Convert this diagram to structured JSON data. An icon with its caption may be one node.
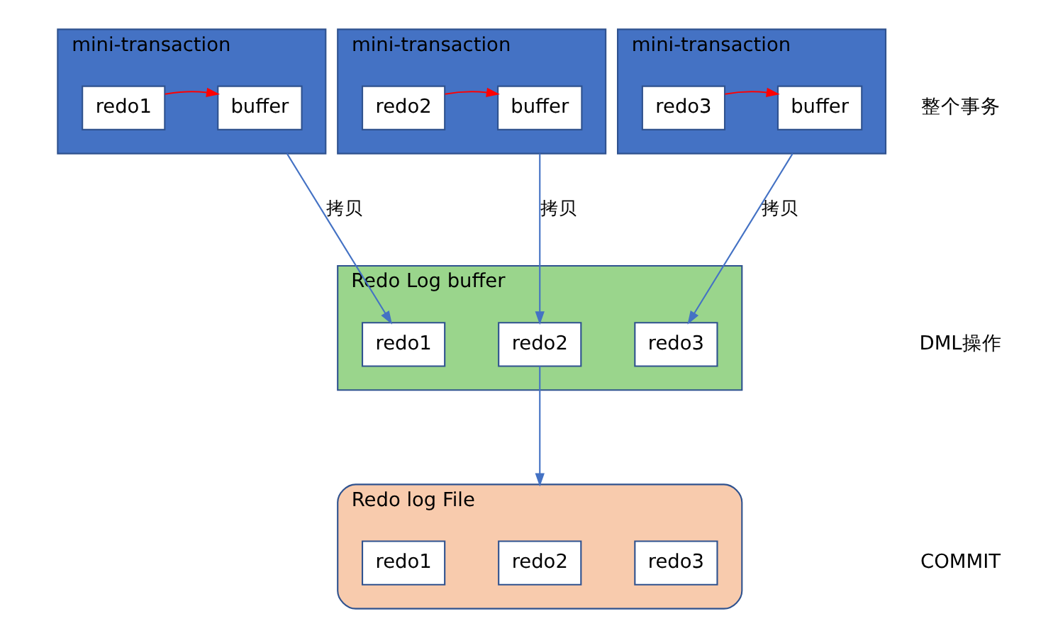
{
  "diagram": {
    "nodes": [
      {
        "text": [
          "mini-transaction"
        ]
      },
      {
        "text": [
          "redo1"
        ],
        "in": 0
      },
      {
        "text": [
          "buffer"
        ],
        "in": 0
      },
      {
        "text": [
          "mini-transaction"
        ]
      },
      {
        "text": [
          "redo2"
        ],
        "in": 3
      },
      {
        "text": [
          "buffer"
        ],
        "in": 3
      },
      {
        "text": [
          "mini-transaction"
        ]
      },
      {
        "text": [
          "redo3"
        ],
        "in": 6
      },
      {
        "text": [
          "buffer"
        ],
        "in": 6
      },
      {
        "text": [
          "Redo Log buffer"
        ]
      },
      {
        "text": [
          "redo1"
        ],
        "in": 9
      },
      {
        "text": [
          "redo2"
        ],
        "in": 9
      },
      {
        "text": [
          "redo3"
        ],
        "in": 9
      },
      {
        "text": [
          "Redo log File"
        ]
      },
      {
        "text": [
          "redo1"
        ],
        "in": 13
      },
      {
        "text": [
          "redo2"
        ],
        "in": 13
      },
      {
        "text": [
          "redo3"
        ],
        "in": 13
      }
    ],
    "edges": [
      {
        "from": 1,
        "to": 2,
        "arrow": "to",
        "color": "#ff0000"
      },
      {
        "from": 4,
        "to": 5,
        "arrow": "to",
        "color": "#ff0000"
      },
      {
        "from": 7,
        "to": 8,
        "arrow": "to",
        "color": "#ff0000"
      },
      {
        "from": 0,
        "to": 10,
        "arrow": "to",
        "label": "拷贝"
      },
      {
        "from": 3,
        "to": 11,
        "arrow": "to",
        "label": "拷贝"
      },
      {
        "from": 6,
        "to": 12,
        "arrow": "to",
        "label": "拷贝"
      },
      {
        "from": 11,
        "to": 13,
        "arrow": "to"
      }
    ],
    "labels": [
      "整个事务",
      "DML操作",
      "COMMIT"
    ]
  }
}
